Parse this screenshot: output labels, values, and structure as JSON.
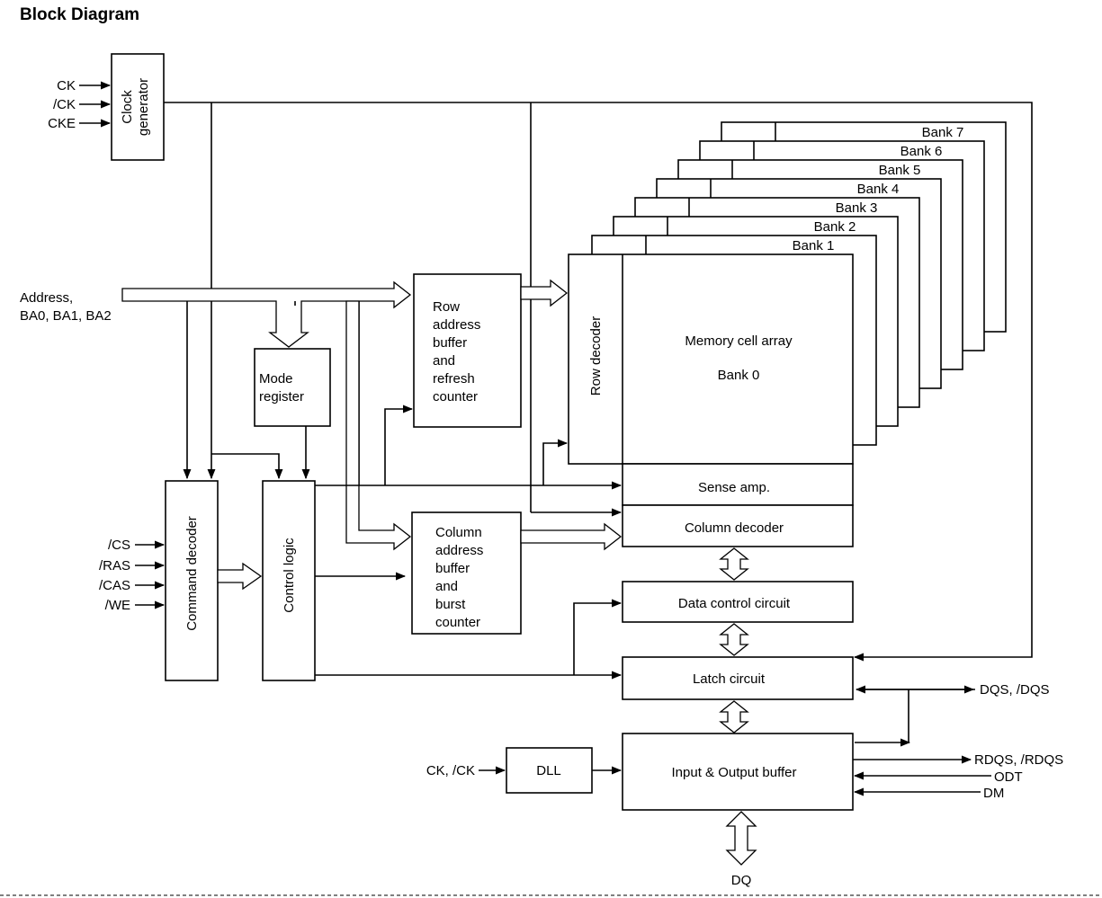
{
  "title": "Block Diagram",
  "signals": {
    "ck": "CK",
    "nck": "/CK",
    "cke": "CKE",
    "address": [
      "Address,",
      "BA0, BA1, BA2"
    ],
    "cs": "/CS",
    "ras": "/RAS",
    "cas": "/CAS",
    "we": "/WE",
    "ck_nck": "CK, /CK",
    "dqs": "DQS, /DQS",
    "rdqs": "RDQS, /RDQS",
    "odt": "ODT",
    "dm": "DM",
    "dq": "DQ"
  },
  "blocks": {
    "clock_generator": [
      "Clock",
      "generator"
    ],
    "mode_register": [
      "Mode",
      "register"
    ],
    "row_address_buffer": [
      "Row",
      "address",
      "buffer",
      "and",
      "refresh",
      "counter"
    ],
    "row_decoder": "Row decoder",
    "memory_cell_array": "Memory cell array",
    "bank0": "Bank 0",
    "sense_amp": "Sense amp.",
    "column_decoder": "Column decoder",
    "command_decoder": "Command decoder",
    "control_logic": "Control logic",
    "column_address_buffer": [
      "Column",
      "address",
      "buffer",
      "and",
      "burst",
      "counter"
    ],
    "data_control_circuit": "Data control circuit",
    "latch_circuit": "Latch circuit",
    "dll": "DLL",
    "io_buffer": "Input & Output buffer"
  },
  "banks": [
    "Bank 1",
    "Bank 2",
    "Bank 3",
    "Bank 4",
    "Bank 5",
    "Bank 6",
    "Bank 7"
  ]
}
